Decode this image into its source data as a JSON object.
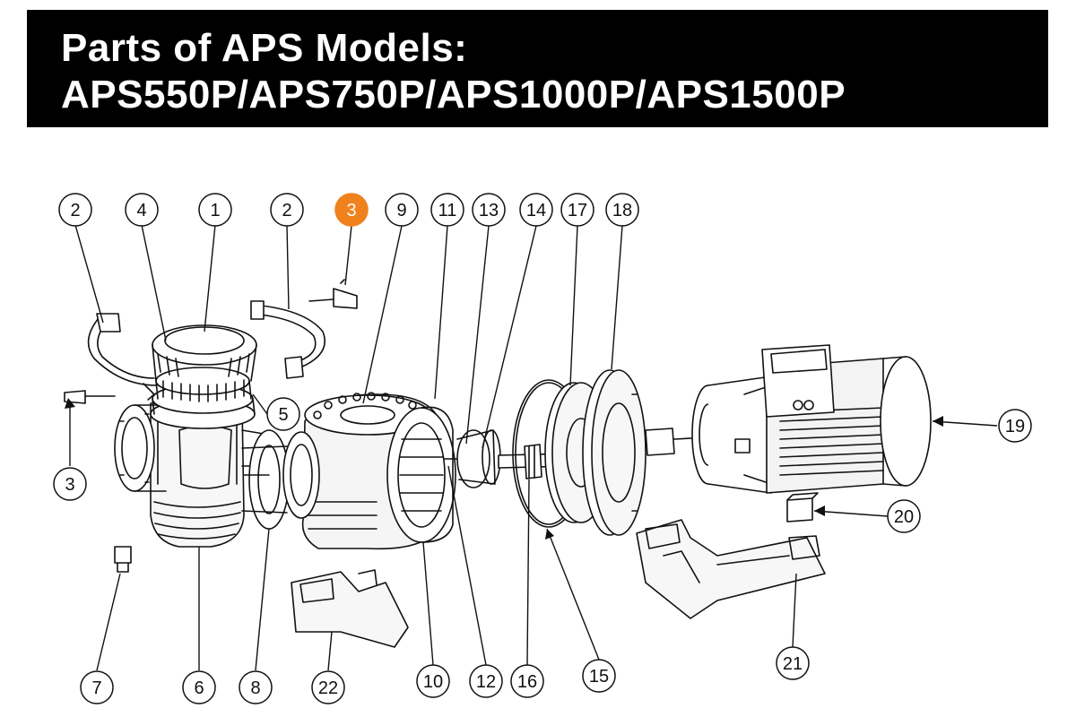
{
  "title": {
    "line1": "Parts of APS Models:",
    "line2": "APS550P/APS750P/APS1000P/APS1500P"
  },
  "colors": {
    "banner": "#000000",
    "banner_text": "#ffffff",
    "highlight": "#f0821e",
    "line": "#111111"
  },
  "callouts": [
    {
      "id": "c2a",
      "label": "2",
      "highlighted": false
    },
    {
      "id": "c4",
      "label": "4",
      "highlighted": false
    },
    {
      "id": "c1",
      "label": "1",
      "highlighted": false
    },
    {
      "id": "c2b",
      "label": "2",
      "highlighted": false
    },
    {
      "id": "c3top",
      "label": "3",
      "highlighted": true
    },
    {
      "id": "c9",
      "label": "9",
      "highlighted": false
    },
    {
      "id": "c11",
      "label": "11",
      "highlighted": false
    },
    {
      "id": "c13",
      "label": "13",
      "highlighted": false
    },
    {
      "id": "c14",
      "label": "14",
      "highlighted": false
    },
    {
      "id": "c17",
      "label": "17",
      "highlighted": false
    },
    {
      "id": "c18",
      "label": "18",
      "highlighted": false
    },
    {
      "id": "c5",
      "label": "5",
      "highlighted": false
    },
    {
      "id": "c3left",
      "label": "3",
      "highlighted": false
    },
    {
      "id": "c19",
      "label": "19",
      "highlighted": false
    },
    {
      "id": "c20",
      "label": "20",
      "highlighted": false
    },
    {
      "id": "c21",
      "label": "21",
      "highlighted": false
    },
    {
      "id": "c7",
      "label": "7",
      "highlighted": false
    },
    {
      "id": "c6",
      "label": "6",
      "highlighted": false
    },
    {
      "id": "c8",
      "label": "8",
      "highlighted": false
    },
    {
      "id": "c22",
      "label": "22",
      "highlighted": false
    },
    {
      "id": "c10",
      "label": "10",
      "highlighted": false
    },
    {
      "id": "c12",
      "label": "12",
      "highlighted": false
    },
    {
      "id": "c16",
      "label": "16",
      "highlighted": false
    },
    {
      "id": "c15",
      "label": "15",
      "highlighted": false
    }
  ]
}
